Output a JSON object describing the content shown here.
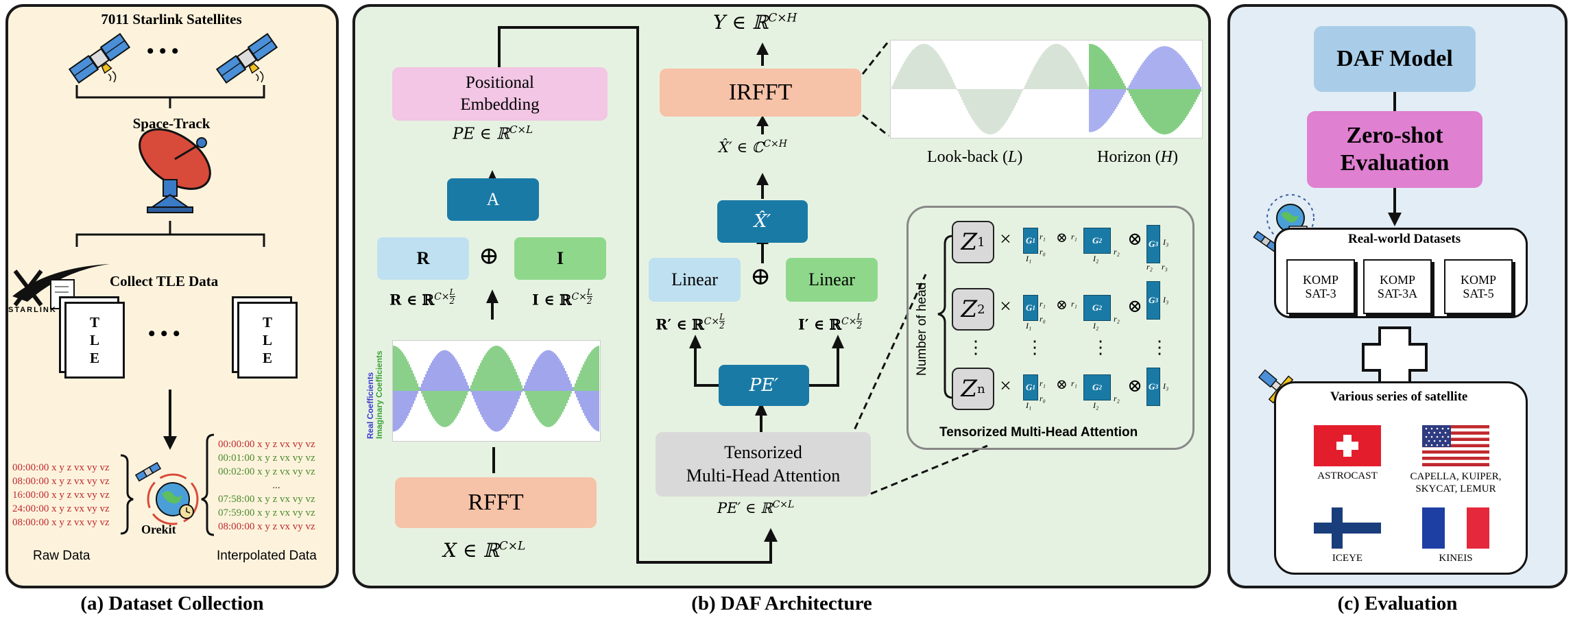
{
  "panel_a": {
    "satellites_title": "7011 Starlink Satellites",
    "ellipsis": "• • •",
    "space_track": "Space-Track",
    "collect_tle": "Collect TLE Data",
    "starlink_logo": "STARLINK",
    "tle_letters": [
      "T",
      "L",
      "E"
    ],
    "raw_data": [
      "00:00:00 x y z vx vy vz",
      "08:00:00 x y z vx vy vz",
      "16:00:00 x y z vx vy vz",
      "24:00:00 x y z vx vy vz",
      "08:00:00 x y z vx vy vz"
    ],
    "interp_data": [
      {
        "text": "00:00:00 x y z vx vy vz",
        "color": "#c0282d"
      },
      {
        "text": "00:01:00 x y z vx vy vz",
        "color": "#4a8a2a"
      },
      {
        "text": "00:02:00 x y z vx vy vz",
        "color": "#4a8a2a"
      },
      {
        "text": "...",
        "color": "#333333"
      },
      {
        "text": "07:58:00 x y z vx vy vz",
        "color": "#4a8a2a"
      },
      {
        "text": "07:59:00 x y z vx vy vz",
        "color": "#4a8a2a"
      },
      {
        "text": "08:00:00 x y z vx vy vz",
        "color": "#c0282d"
      }
    ],
    "orekit": "Orekit",
    "raw_label": "Raw Data",
    "interp_label": "Interpolated Data"
  },
  "panel_b": {
    "positional_embedding_1": "Positional",
    "positional_embedding_2": "Embedding",
    "pe_eq": "PE ∈ ℝ",
    "pe_sup": "C×L",
    "a_label": "A",
    "r_label": "R",
    "i_label": "I",
    "oplus": "⊕",
    "r_eq": "R ∈ ℝ",
    "i_eq": "I ∈ ℝ",
    "frac_sup": "C×",
    "frac_num": "L",
    "frac_den": "2",
    "real_coeff": "Real Coefficients",
    "imag_coeff": "Imaginary Coefficients",
    "rfft": "RFFT",
    "x_eq": "X ∈ ℝ",
    "x_sup": "C×L",
    "y_eq": "Y ∈ ℝ",
    "y_sup": "C×H",
    "irfft": "IRFFT",
    "xhat_eq": "X̂′ ∈ ℂ",
    "xhat_sup": "C×H",
    "xhat_box": "X̂′",
    "linear_left": "Linear",
    "linear_right": "Linear",
    "rprime_eq": "R′ ∈ ℝ",
    "iprime_eq": "I′ ∈ ℝ",
    "peprime_box": "PE′",
    "tmha_1": "Tensorized",
    "tmha_2": "Multi-Head Attention",
    "peprime_eq": "PE′ ∈ ℝ",
    "peprime_sup": "C×L",
    "lookback": "Look-back (",
    "lookback_var": "L",
    "horizon": "Horizon (",
    "horizon_var": "H",
    "close_paren": ")",
    "number_of_head": "Number of head",
    "z_labels": [
      "Z",
      "Z",
      "Z"
    ],
    "z_subs": [
      "1",
      "2",
      "n"
    ],
    "times": "×",
    "otimes": "⊗",
    "vdots": "⋮",
    "g1": "G",
    "g1_sub": "1",
    "g2": "G",
    "g2_sub": "2",
    "g3": "G",
    "g3_sub": "3",
    "tn_labels": {
      "r1": "r₁",
      "r0": "r₀",
      "r2": "r₂",
      "r3": "r₃",
      "I1": "I₁",
      "I2": "I₂",
      "I3": "I₃"
    },
    "tmha_title": "Tensorized Multi-Head Attention"
  },
  "panel_c": {
    "daf_model": "DAF Model",
    "zero_shot_1": "Zero-shot",
    "zero_shot_2": "Evaluation",
    "real_world": "Real-world Datasets",
    "datasets": [
      [
        "KOMP",
        "SAT-3"
      ],
      [
        "KOMP",
        "SAT-3A"
      ],
      [
        "KOMP",
        "SAT-5"
      ]
    ],
    "various": "Various series of satellite",
    "flags": [
      {
        "name": "ASTROCAST",
        "lines": [
          "ASTROCAST"
        ]
      },
      {
        "name": "CAPELLA",
        "lines": [
          "CAPELLA, KUIPER,",
          "SKYCAT, LEMUR"
        ]
      },
      {
        "name": "ICEYE",
        "lines": [
          "ICEYE"
        ]
      },
      {
        "name": "KINEIS",
        "lines": [
          "KINEIS"
        ]
      }
    ]
  },
  "captions": {
    "a": "(a) Dataset Collection",
    "b": "(b) DAF Architecture",
    "c": "(c) Evaluation"
  },
  "colors": {
    "teal": "#1a7aa6",
    "salmon": "#f6c2a8",
    "pink": "#f2c6e4",
    "light_blue": "#bfe0f0",
    "light_green": "#8fd88b",
    "gray": "#d9d9d9",
    "daf_blue": "#a9cde8",
    "zero_shot_pink": "#df80d1",
    "wave_blue": "#7b83e6",
    "wave_green": "#5dbf5d"
  }
}
